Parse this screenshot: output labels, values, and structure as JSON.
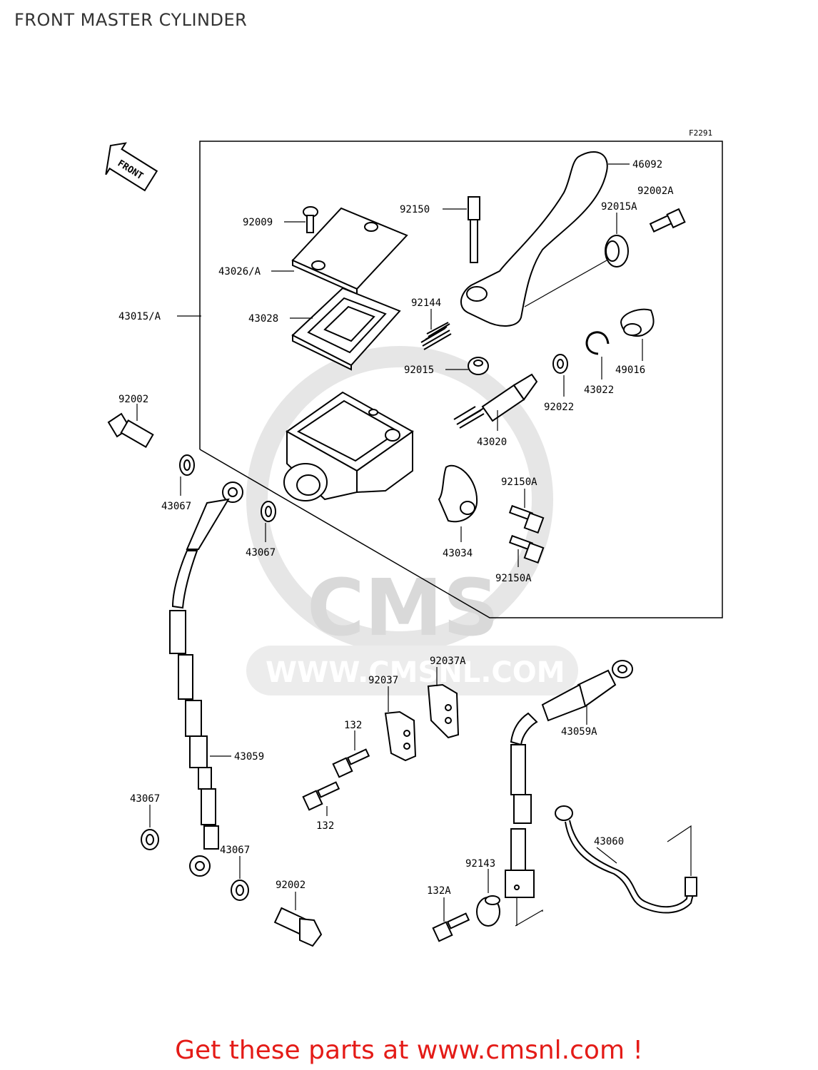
{
  "title": "FRONT MASTER CYLINDER",
  "figure_code": "F2291",
  "front_marker": "FRONT",
  "watermark": {
    "logo": "CMS",
    "url": "WWW.CMSNL.COM"
  },
  "footer": "Get these parts at www.cmsnl.com !",
  "parts": {
    "p46092": "46092",
    "p92002A": "92002A",
    "p92015A": "92015A",
    "p92150": "92150",
    "p92009": "92009",
    "p43026A": "43026/A",
    "p43015A": "43015/A",
    "p43028": "43028",
    "p92144": "92144",
    "p92015": "92015",
    "p49016": "49016",
    "p43022": "43022",
    "p92022": "92022",
    "p43020": "43020",
    "p92002_top": "92002",
    "p43067_a": "43067",
    "p43067_b": "43067",
    "p92150A_a": "92150A",
    "p43034": "43034",
    "p92150A_b": "92150A",
    "p92037A": "92037A",
    "p92037": "92037",
    "p43059A": "43059A",
    "p132_a": "132",
    "p43059": "43059",
    "p43067_c": "43067",
    "p132_b": "132",
    "p43060": "43060",
    "p43067_d": "43067",
    "p92143": "92143",
    "p92002_bot": "92002",
    "p132A": "132A"
  }
}
